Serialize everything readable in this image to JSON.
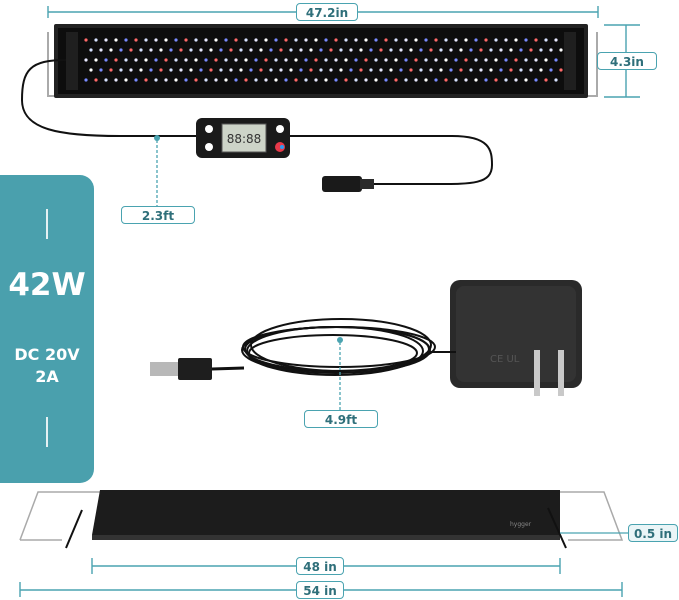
{
  "dimensions": {
    "fixture_length": "47.2in",
    "fixture_height": "4.3in",
    "controller_cable": "2.3ft",
    "adapter_cable": "4.9ft",
    "fixture_thickness": "0.5 in",
    "light_length": "48 in",
    "bracket_length": "54 in"
  },
  "specs": {
    "power": "42W",
    "voltage": "DC 20V",
    "current": "2A"
  },
  "colors": {
    "accent": "#4aa0ad",
    "label_text": "#2f6f7a",
    "fixture": "#1a1a1a"
  }
}
